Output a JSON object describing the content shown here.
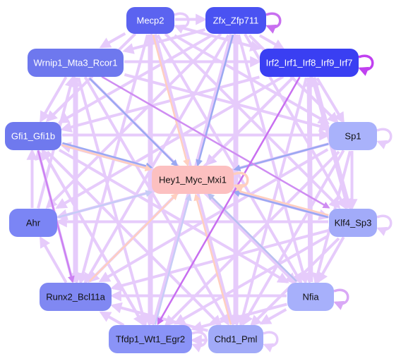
{
  "nodes": [
    {
      "id": "Mecp2",
      "label": "Mecp2",
      "color": "#5b63f0",
      "text_color": "#ffffff"
    },
    {
      "id": "Zfx_Zfp711",
      "label": "Zfx_Zfp711",
      "color": "#4a52f2",
      "text_color": "#ffffff"
    },
    {
      "id": "Wrnip1_Mta3_Rcor1",
      "label": "Wrnip1_Mta3_Rcor1",
      "color": "#6e78ee",
      "text_color": "#ffffff"
    },
    {
      "id": "Irf2_Irf1_Irf8_Irf9_Irf7",
      "label": "Irf2_Irf1_Irf8_Irf9_Irf7",
      "color": "#3a3ff2",
      "text_color": "#ffffff"
    },
    {
      "id": "Gfi1_Gfi1b",
      "label": "Gfi1_Gfi1b",
      "color": "#6f79ee",
      "text_color": "#ffffff"
    },
    {
      "id": "Sp1",
      "label": "Sp1",
      "color": "#a9b2fb",
      "text_color": "#111111"
    },
    {
      "id": "Hey1_Myc_Mxi1",
      "label": "Hey1_Myc_Mxi1",
      "color": "#fcc0c0",
      "text_color": "#111111"
    },
    {
      "id": "Ahr",
      "label": "Ahr",
      "color": "#7b85f5",
      "text_color": "#111111"
    },
    {
      "id": "Klf4_Sp3",
      "label": "Klf4_Sp3",
      "color": "#a2abf9",
      "text_color": "#111111"
    },
    {
      "id": "Runx2_Bcl11a",
      "label": "Runx2_Bcl11a",
      "color": "#8088f2",
      "text_color": "#111111"
    },
    {
      "id": "Nfia",
      "label": "Nfia",
      "color": "#a7b0fb",
      "text_color": "#111111"
    },
    {
      "id": "Tfdp1_Wt1_Egr2",
      "label": "Tfdp1_Wt1_Egr2",
      "color": "#8a93f7",
      "text_color": "#111111"
    },
    {
      "id": "Chd1_Pml",
      "label": "Chd1_Pml",
      "color": "#a1aaf8",
      "text_color": "#111111"
    }
  ],
  "edges": [
    {
      "from": "Mecp2",
      "to": "Hey1_Myc_Mxi1",
      "color": "#ffcfbf"
    },
    {
      "from": "Zfx_Zfp711",
      "to": "Hey1_Myc_Mxi1",
      "color": "#9aa8f2"
    },
    {
      "from": "Wrnip1_Mta3_Rcor1",
      "to": "Hey1_Myc_Mxi1",
      "color": "#9aa8f2"
    },
    {
      "from": "Irf2_Irf1_Irf8_Irf9_Irf7",
      "to": "Hey1_Myc_Mxi1",
      "color": "#e0c6fb"
    },
    {
      "from": "Gfi1_Gfi1b",
      "to": "Hey1_Myc_Mxi1",
      "color": "#9aa8f2"
    },
    {
      "from": "Gfi1_Gfi1b",
      "to": "Hey1_Myc_Mxi1",
      "color": "#ffcfbf"
    },
    {
      "from": "Sp1",
      "to": "Hey1_Myc_Mxi1",
      "color": "#9aa8f2"
    },
    {
      "from": "Klf4_Sp3",
      "to": "Hey1_Myc_Mxi1",
      "color": "#ffcfbf"
    },
    {
      "from": "Klf4_Sp3",
      "to": "Hey1_Myc_Mxi1",
      "color": "#9aa8f2"
    },
    {
      "from": "Nfia",
      "to": "Hey1_Myc_Mxi1",
      "color": "#b8c0f0"
    },
    {
      "from": "Chd1_Pml",
      "to": "Hey1_Myc_Mxi1",
      "color": "#ffcfbf"
    },
    {
      "from": "Tfdp1_Wt1_Egr2",
      "to": "Hey1_Myc_Mxi1",
      "color": "#c7ccf7"
    },
    {
      "from": "Runx2_Bcl11a",
      "to": "Hey1_Myc_Mxi1",
      "color": "#ffcfbf"
    },
    {
      "from": "Ahr",
      "to": "Hey1_Myc_Mxi1",
      "color": "#c7ccf7"
    },
    {
      "from": "Wrnip1_Mta3_Rcor1",
      "to": "Klf4_Sp3",
      "color": "#cf8df2"
    },
    {
      "from": "Irf2_Irf1_Irf8_Irf9_Irf7",
      "to": "Tfdp1_Wt1_Egr2",
      "color": "#c86ff0"
    },
    {
      "from": "Gfi1_Gfi1b",
      "to": "Runx2_Bcl11a",
      "color": "#cc80f2"
    },
    {
      "from": "Mecp2",
      "to": "Zfx_Zfp711",
      "color": "#e6cbfb"
    },
    {
      "from": "Mecp2",
      "to": "Wrnip1_Mta3_Rcor1",
      "color": "#e6cbfb"
    },
    {
      "from": "Mecp2",
      "to": "Irf2_Irf1_Irf8_Irf9_Irf7",
      "color": "#e6cbfb"
    },
    {
      "from": "Mecp2",
      "to": "Sp1",
      "color": "#e6cbfb"
    },
    {
      "from": "Mecp2",
      "to": "Klf4_Sp3",
      "color": "#e6cbfb"
    },
    {
      "from": "Mecp2",
      "to": "Nfia",
      "color": "#e6cbfb"
    },
    {
      "from": "Mecp2",
      "to": "Chd1_Pml",
      "color": "#e6cbfb"
    },
    {
      "from": "Mecp2",
      "to": "Tfdp1_Wt1_Egr2",
      "color": "#e6cbfb"
    },
    {
      "from": "Mecp2",
      "to": "Runx2_Bcl11a",
      "color": "#e6cbfb"
    },
    {
      "from": "Mecp2",
      "to": "Gfi1_Gfi1b",
      "color": "#e6cbfb"
    },
    {
      "from": "Zfx_Zfp711",
      "to": "Wrnip1_Mta3_Rcor1",
      "color": "#e6cbfb"
    },
    {
      "from": "Zfx_Zfp711",
      "to": "Irf2_Irf1_Irf8_Irf9_Irf7",
      "color": "#e6cbfb"
    },
    {
      "from": "Zfx_Zfp711",
      "to": "Gfi1_Gfi1b",
      "color": "#e6cbfb"
    },
    {
      "from": "Zfx_Zfp711",
      "to": "Sp1",
      "color": "#e6cbfb"
    },
    {
      "from": "Zfx_Zfp711",
      "to": "Runx2_Bcl11a",
      "color": "#e6cbfb"
    },
    {
      "from": "Zfx_Zfp711",
      "to": "Tfdp1_Wt1_Egr2",
      "color": "#e6cbfb"
    },
    {
      "from": "Zfx_Zfp711",
      "to": "Chd1_Pml",
      "color": "#e6cbfb"
    },
    {
      "from": "Zfx_Zfp711",
      "to": "Nfia",
      "color": "#e6cbfb"
    },
    {
      "from": "Zfx_Zfp711",
      "to": "Klf4_Sp3",
      "color": "#e6cbfb"
    },
    {
      "from": "Zfx_Zfp711",
      "to": "Ahr",
      "color": "#e6cbfb"
    },
    {
      "from": "Wrnip1_Mta3_Rcor1",
      "to": "Irf2_Irf1_Irf8_Irf9_Irf7",
      "color": "#e6cbfb"
    },
    {
      "from": "Wrnip1_Mta3_Rcor1",
      "to": "Gfi1_Gfi1b",
      "color": "#e6cbfb"
    },
    {
      "from": "Wrnip1_Mta3_Rcor1",
      "to": "Runx2_Bcl11a",
      "color": "#e6cbfb"
    },
    {
      "from": "Wrnip1_Mta3_Rcor1",
      "to": "Tfdp1_Wt1_Egr2",
      "color": "#e6cbfb"
    },
    {
      "from": "Wrnip1_Mta3_Rcor1",
      "to": "Chd1_Pml",
      "color": "#e6cbfb"
    },
    {
      "from": "Wrnip1_Mta3_Rcor1",
      "to": "Nfia",
      "color": "#e6cbfb"
    },
    {
      "from": "Wrnip1_Mta3_Rcor1",
      "to": "Sp1",
      "color": "#e6cbfb"
    },
    {
      "from": "Irf2_Irf1_Irf8_Irf9_Irf7",
      "to": "Sp1",
      "color": "#e6cbfb"
    },
    {
      "from": "Irf2_Irf1_Irf8_Irf9_Irf7",
      "to": "Klf4_Sp3",
      "color": "#e6cbfb"
    },
    {
      "from": "Irf2_Irf1_Irf8_Irf9_Irf7",
      "to": "Nfia",
      "color": "#e6cbfb"
    },
    {
      "from": "Irf2_Irf1_Irf8_Irf9_Irf7",
      "to": "Chd1_Pml",
      "color": "#e6cbfb"
    },
    {
      "from": "Irf2_Irf1_Irf8_Irf9_Irf7",
      "to": "Runx2_Bcl11a",
      "color": "#e6cbfb"
    },
    {
      "from": "Irf2_Irf1_Irf8_Irf9_Irf7",
      "to": "Gfi1_Gfi1b",
      "color": "#e6cbfb"
    },
    {
      "from": "Irf2_Irf1_Irf8_Irf9_Irf7",
      "to": "Ahr",
      "color": "#e6cbfb"
    },
    {
      "from": "Gfi1_Gfi1b",
      "to": "Sp1",
      "color": "#e6cbfb"
    },
    {
      "from": "Gfi1_Gfi1b",
      "to": "Klf4_Sp3",
      "color": "#e6cbfb"
    },
    {
      "from": "Gfi1_Gfi1b",
      "to": "Tfdp1_Wt1_Egr2",
      "color": "#e6cbfb"
    },
    {
      "from": "Gfi1_Gfi1b",
      "to": "Chd1_Pml",
      "color": "#e6cbfb"
    },
    {
      "from": "Gfi1_Gfi1b",
      "to": "Nfia",
      "color": "#e6cbfb"
    },
    {
      "from": "Sp1",
      "to": "Klf4_Sp3",
      "color": "#e6cbfb"
    },
    {
      "from": "Sp1",
      "to": "Nfia",
      "color": "#e6cbfb"
    },
    {
      "from": "Sp1",
      "to": "Chd1_Pml",
      "color": "#e6cbfb"
    },
    {
      "from": "Sp1",
      "to": "Tfdp1_Wt1_Egr2",
      "color": "#e6cbfb"
    },
    {
      "from": "Sp1",
      "to": "Runx2_Bcl11a",
      "color": "#e6cbfb"
    },
    {
      "from": "Sp1",
      "to": "Ahr",
      "color": "#e6cbfb"
    },
    {
      "from": "Klf4_Sp3",
      "to": "Nfia",
      "color": "#e6cbfb"
    },
    {
      "from": "Klf4_Sp3",
      "to": "Chd1_Pml",
      "color": "#e6cbfb"
    },
    {
      "from": "Klf4_Sp3",
      "to": "Tfdp1_Wt1_Egr2",
      "color": "#e6cbfb"
    },
    {
      "from": "Klf4_Sp3",
      "to": "Runx2_Bcl11a",
      "color": "#e6cbfb"
    },
    {
      "from": "Klf4_Sp3",
      "to": "Ahr",
      "color": "#e6cbfb"
    },
    {
      "from": "Klf4_Sp3",
      "to": "Gfi1_Gfi1b",
      "color": "#e6cbfb"
    },
    {
      "from": "Nfia",
      "to": "Chd1_Pml",
      "color": "#e6cbfb"
    },
    {
      "from": "Nfia",
      "to": "Tfdp1_Wt1_Egr2",
      "color": "#e6cbfb"
    },
    {
      "from": "Nfia",
      "to": "Runx2_Bcl11a",
      "color": "#e6cbfb"
    },
    {
      "from": "Chd1_Pml",
      "to": "Tfdp1_Wt1_Egr2",
      "color": "#e6cbfb"
    },
    {
      "from": "Chd1_Pml",
      "to": "Runx2_Bcl11a",
      "color": "#e6cbfb"
    },
    {
      "from": "Tfdp1_Wt1_Egr2",
      "to": "Runx2_Bcl11a",
      "color": "#e6cbfb"
    },
    {
      "from": "Tfdp1_Wt1_Egr2",
      "to": "Gfi1_Gfi1b",
      "color": "#e6cbfb"
    },
    {
      "from": "Runx2_Bcl11a",
      "to": "Ahr",
      "color": "#e6cbfb"
    },
    {
      "from": "Runx2_Bcl11a",
      "to": "Gfi1_Gfi1b",
      "color": "#e6cbfb"
    },
    {
      "from": "Ahr",
      "to": "Gfi1_Gfi1b",
      "color": "#e6cbfb"
    },
    {
      "from": "Ahr",
      "to": "Wrnip1_Mta3_Rcor1",
      "color": "#e6cbfb"
    },
    {
      "from": "Runx2_Bcl11a",
      "to": "Wrnip1_Mta3_Rcor1",
      "color": "#e6cbfb"
    },
    {
      "from": "Tfdp1_Wt1_Egr2",
      "to": "Mecp2",
      "color": "#e6cbfb"
    },
    {
      "from": "Chd1_Pml",
      "to": "Zfx_Zfp711",
      "color": "#e6cbfb"
    },
    {
      "from": "Nfia",
      "to": "Irf2_Irf1_Irf8_Irf9_Irf7",
      "color": "#e6cbfb"
    },
    {
      "from": "Klf4_Sp3",
      "to": "Irf2_Irf1_Irf8_Irf9_Irf7",
      "color": "#e6cbfb"
    }
  ],
  "self_loops": [
    {
      "node": "Mecp2",
      "color": "#e6cbfb"
    },
    {
      "node": "Zfx_Zfp711",
      "color": "#c86ff0"
    },
    {
      "node": "Irf2_Irf1_Irf8_Irf9_Irf7",
      "color": "#c040f0"
    },
    {
      "node": "Sp1",
      "color": "#e6cbfb"
    },
    {
      "node": "Klf4_Sp3",
      "color": "#e6cbfb"
    },
    {
      "node": "Nfia",
      "color": "#d9a8f6"
    },
    {
      "node": "Chd1_Pml",
      "color": "#e6cbfb"
    },
    {
      "node": "Tfdp1_Wt1_Egr2",
      "color": "#e6cbfb"
    },
    {
      "node": "Hey1_Myc_Mxi1",
      "color": "#ffcfbf"
    }
  ]
}
